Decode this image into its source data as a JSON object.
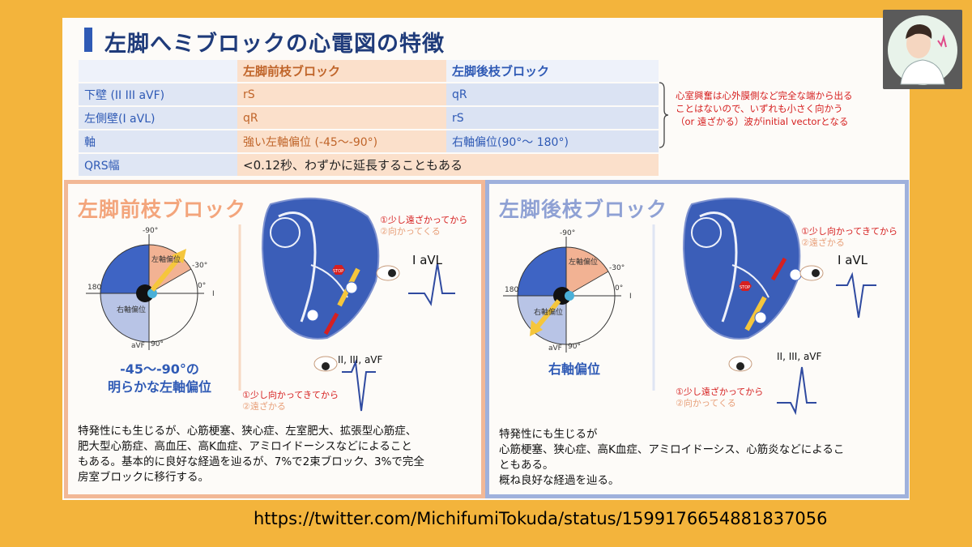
{
  "title": "左脚へミブロックの心電図の特徴",
  "table": {
    "headers": [
      "",
      "左脚前枝ブロック",
      "左脚後枝ブロック"
    ],
    "rows": [
      {
        "label": "下壁 (II III aVF)",
        "ant": "rS",
        "post": "qR"
      },
      {
        "label": "左側壁(I aVL)",
        "ant": "qR",
        "post": "rS"
      },
      {
        "label": "軸",
        "ant": "強い左軸偏位 (-45〜-90°)",
        "post": "右軸偏位(90°〜 180°)"
      }
    ],
    "qrs_label": "QRS幅",
    "qrs_value": "<0.12秒、わずかに延長することもある"
  },
  "note": [
    "心室興奮は心外膜側など完全な端から出る",
    "ことはないので、いずれも小さく向かう",
    "（or 遠ざかる）波がinitial vectorとなる"
  ],
  "anterior": {
    "title": "左脚前枝ブロック",
    "axis": {
      "minus90": "-90°",
      "minus30": "-30°",
      "zero": "0°",
      "I": "I",
      "deg180": "180",
      "deg90": "90°",
      "aVF": "aVF",
      "left_dev": "左軸偏位",
      "right_dev": "右軸偏位"
    },
    "caption": [
      "-45〜-90°の",
      "明らかな左軸偏位"
    ],
    "stop": "STOP",
    "lead_top": "I aVL",
    "lead_bottom": "II, III, aVF",
    "top_note": [
      "①少し遠ざかってから",
      "②向かってくる"
    ],
    "bottom_note": [
      "①少し向かってきてから",
      "②遠ざかる"
    ],
    "body": [
      "特発性にも生じるが、心筋梗塞、狭心症、左室肥大、拡張型心筋症、",
      "肥大型心筋症、高血圧、高K血症、アミロイドーシスなどによること",
      "もある。基本的に良好な経過を辿るが、7%で2束ブロック、3%で完全",
      "房室ブロックに移行する。"
    ]
  },
  "posterior": {
    "title": "左脚後枝ブロック",
    "axis": {
      "minus90": "-90°",
      "minus30": "-30°",
      "zero": "0°",
      "I": "I",
      "deg180": "180",
      "deg90": "90°",
      "aVF": "aVF",
      "left_dev": "左軸偏位",
      "right_dev": "右軸偏位"
    },
    "caption": [
      "右軸偏位"
    ],
    "stop": "STOP",
    "lead_top": "I aVL",
    "lead_bottom": "II, III, aVF",
    "top_note": [
      "①少し向かってきてから",
      "②遠ざかる"
    ],
    "bottom_note": [
      "①少し遠ざかってから",
      "②向かってくる"
    ],
    "body": [
      "特発性にも生じるが",
      "心筋梗塞、狭心症、高K血症、アミロイドーシス、心筋炎などによるこ",
      "ともある。",
      "概ね良好な経過を辿る。"
    ]
  },
  "url": "https://twitter.com/MichifumiTokuda/status/1599176654881837056",
  "colors": {
    "background": "#f3b43c",
    "blue": "#2f5ab5",
    "orange": "#f3a57c",
    "red": "#d62020"
  }
}
